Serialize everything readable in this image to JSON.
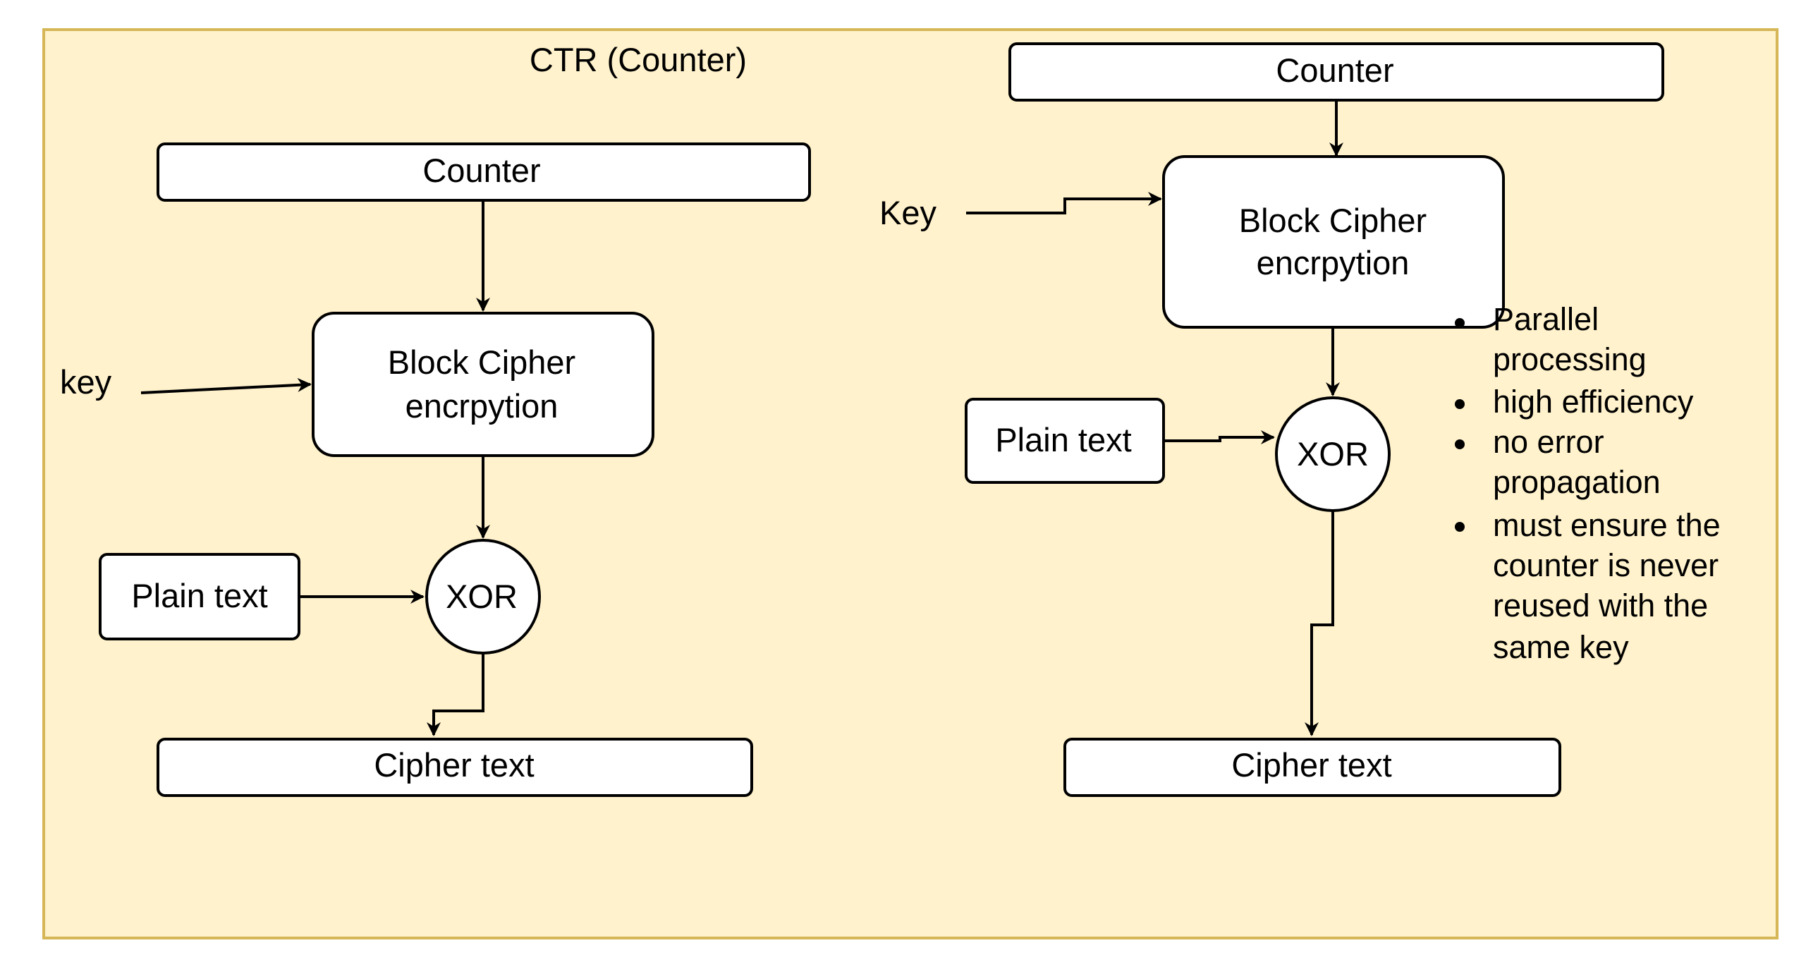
{
  "diagram": {
    "title": "CTR (Counter)",
    "colors": {
      "panel_fill": "#fff2cc",
      "panel_border": "#d6b656",
      "box_fill": "#ffffff",
      "stroke": "#000000"
    },
    "left": {
      "counter": "Counter",
      "key": "key",
      "block_cipher_line1": "Block Cipher",
      "block_cipher_line2": "encrpytion",
      "plain_text": "Plain text",
      "xor": "XOR",
      "cipher_text": "Cipher text"
    },
    "right": {
      "counter": "Counter",
      "key": "Key",
      "block_cipher_line1": "Block Cipher",
      "block_cipher_line2": "encrpytion",
      "plain_text": "Plain text",
      "xor": "XOR",
      "cipher_text": "Cipher text"
    },
    "notes": {
      "bullet1_line1": "Parallel",
      "bullet1_line2": "processing",
      "bullet2_line1": "high efficiency",
      "bullet3_line1": "no error",
      "bullet3_line2": "propagation",
      "bullet4_line1": "must ensure the",
      "bullet4_line2": "counter is never",
      "bullet4_line3": "reused with the",
      "bullet4_line4": "same key"
    }
  }
}
